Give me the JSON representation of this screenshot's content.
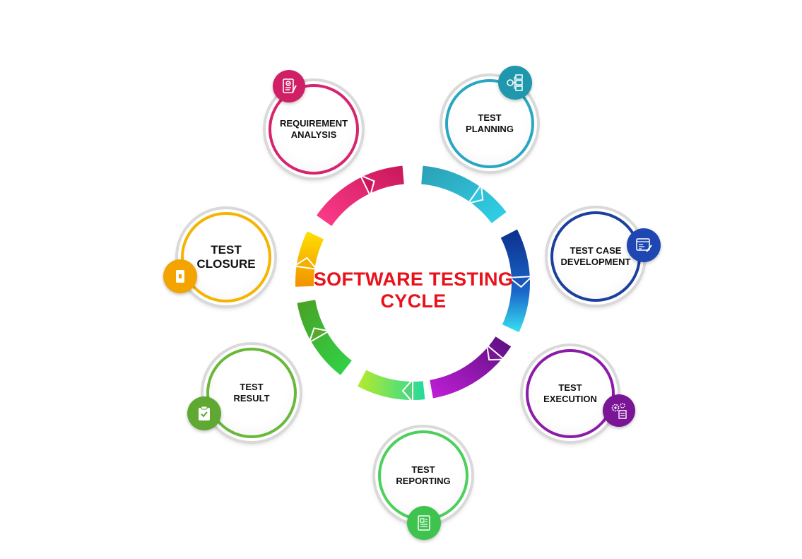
{
  "title": {
    "line1": "SOFTWARE TESTING",
    "line2": "CYCLE"
  },
  "colors": {
    "title": "#e8121b",
    "requirement_analysis": "#d6246e",
    "test_planning": "#2aa7c0",
    "test_case_development": "#1b3f9e",
    "test_execution": "#8a1ca8",
    "test_reporting": "#4ccf5b",
    "test_result": "#6ab83a",
    "test_closure": "#f4b400"
  },
  "stages": [
    {
      "key": "requirement_analysis",
      "line1": "REQUIREMENT",
      "line2": "ANALYSIS",
      "icon": "checklist-icon"
    },
    {
      "key": "test_planning",
      "line1": "TEST",
      "line2": "PLANNING",
      "icon": "planning-flowchart-icon"
    },
    {
      "key": "test_case_development",
      "line1": "TEST CASE",
      "line2": "DEVELOPMENT",
      "icon": "code-document-icon"
    },
    {
      "key": "test_execution",
      "line1": "TEST",
      "line2": "EXECUTION",
      "icon": "gears-document-icon"
    },
    {
      "key": "test_reporting",
      "line1": "TEST",
      "line2": "REPORTING",
      "icon": "report-chart-icon"
    },
    {
      "key": "test_result",
      "line1": "TEST",
      "line2": "RESULT",
      "icon": "clipboard-check-icon"
    },
    {
      "key": "test_closure",
      "line1": "TEST",
      "line2": "CLOSURE",
      "icon": "door-icon"
    }
  ]
}
